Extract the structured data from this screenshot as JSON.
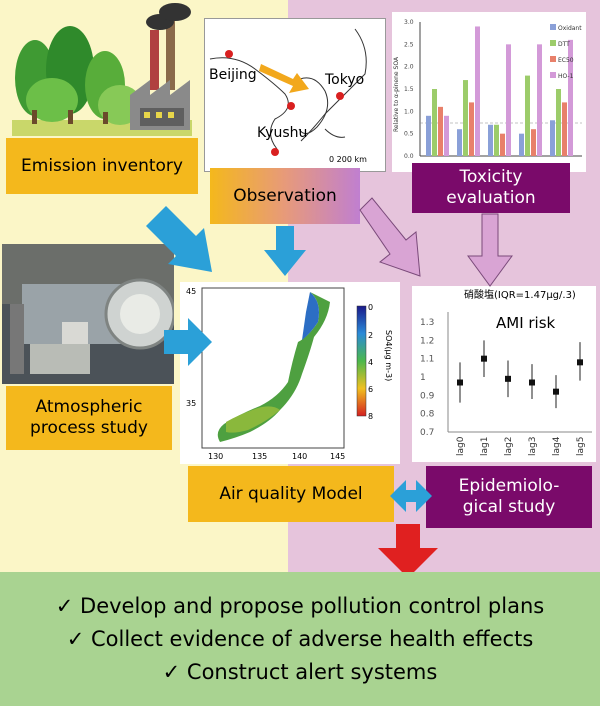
{
  "labels": {
    "emission": "Emission inventory",
    "observation": "Observation",
    "toxicity": "Toxicity\nevaluation",
    "atmospheric": "Atmospheric\nprocess study",
    "air_quality": "Air quality Model",
    "epidemiological": "Epidemiolo-\ngical study"
  },
  "map": {
    "cities": [
      "Beijing",
      "Tokyo",
      "Kyushu"
    ],
    "scale_label": "0  200 km"
  },
  "toxicity_chart": {
    "ylabel": "Relative to α-pinene SOA",
    "legend": [
      "Oxidant",
      "DTT",
      "EC50",
      "HO-1"
    ],
    "colors": [
      "#8aa0d8",
      "#9ccc6a",
      "#e8806a",
      "#d39ad8"
    ],
    "yticks": [
      "3.0",
      "2.5",
      "2.0",
      "1.5",
      "1.0",
      "0.5",
      "0.0"
    ]
  },
  "model_map": {
    "xticks": [
      "130",
      "135",
      "140",
      "145"
    ],
    "yticks": [
      "45",
      "35"
    ],
    "colorbar_label": "SO4(μg m-3)",
    "colorbar_ticks": [
      "0",
      "2",
      "4",
      "6",
      "8"
    ]
  },
  "epi_chart": {
    "title": "硝酸塩(IQR=1.47μg/.3)",
    "subtitle": "AMI risk",
    "yticks": [
      "1.3",
      "1.2",
      "1.1",
      "1",
      "0.9",
      "0.8",
      "0.7"
    ],
    "xticks": [
      "lag0",
      "lag1",
      "lag2",
      "lag3",
      "lag4",
      "lag5"
    ]
  },
  "bullets": [
    "✓ Develop and propose pollution control plans",
    "✓ Collect evidence of adverse health effects",
    "✓ Construct alert systems"
  ],
  "chart_data": {
    "type": "scatter",
    "title": "硝酸塩(IQR=1.47μg/.3)",
    "subtitle": "AMI risk",
    "categories": [
      "lag0",
      "lag1",
      "lag2",
      "lag3",
      "lag4",
      "lag5"
    ],
    "values": [
      0.97,
      1.1,
      0.99,
      0.97,
      0.92,
      1.08
    ],
    "lower": [
      0.86,
      1.0,
      0.89,
      0.88,
      0.83,
      0.98
    ],
    "upper": [
      1.08,
      1.2,
      1.09,
      1.07,
      1.01,
      1.19
    ],
    "ylim": [
      0.7,
      1.3
    ]
  }
}
